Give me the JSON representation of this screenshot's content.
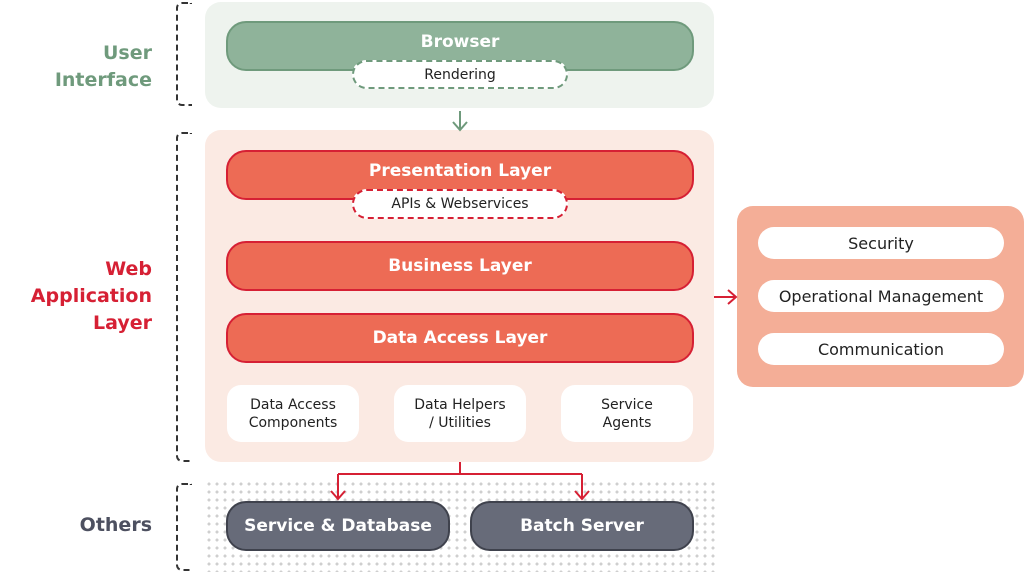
{
  "sections": {
    "user_interface": "User Interface",
    "web_application_layer": [
      "Web",
      "Application",
      "Layer"
    ],
    "others": "Others"
  },
  "user_interface": {
    "browser": "Browser",
    "rendering": "Rendering"
  },
  "web_application": {
    "presentation_layer": "Presentation Layer",
    "apis": "APIs & Webservices",
    "business_layer": "Business Layer",
    "data_access_layer": "Data Access Layer",
    "components": [
      [
        "Data Access",
        "Components"
      ],
      [
        "Data Helpers",
        "/ Utilities"
      ],
      [
        "Service",
        "Agents"
      ]
    ]
  },
  "cross_cutting": [
    "Security",
    "Operational Management",
    "Communication"
  ],
  "others": {
    "service_database": "Service & Database",
    "batch_server": "Batch Server"
  },
  "colors": {
    "green_label": "#6f9a7c",
    "red_label": "#d62034",
    "gray_label": "#4d5060",
    "arrow_green": "#6f9a7c",
    "arrow_red": "#d62034"
  }
}
